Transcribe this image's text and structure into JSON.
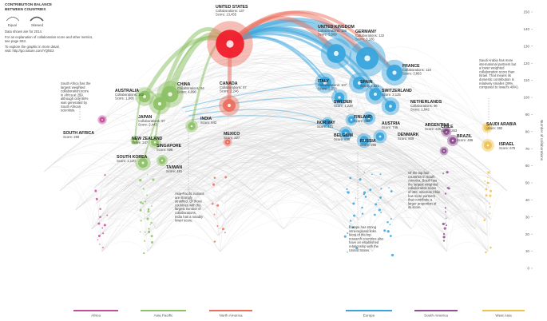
{
  "legend": {
    "title": "CONTRIBUTION BALANCE BETWEEN COUNTRIES",
    "sample_left": "Equal",
    "sample_right": "Skewed"
  },
  "intro_notes": [
    "Data shown are for 2014.",
    "For an explanation of collaboration score and other metrics,",
    "see page S63.",
    "To explore the graphic in more detail,",
    "visit: http://go.nature.com/YQhE3"
  ],
  "colors": {
    "Africa": "#c44e9a",
    "Asia Pacific": "#8ec267",
    "North America": "#ec6f5e",
    "Europe": "#3aa5dc",
    "South America": "#8f4f91",
    "West Asia": "#eec253",
    "web": "#d6d6d6"
  },
  "chart_data": {
    "type": "scatter",
    "title": "",
    "ylabel": "Number of collaborations",
    "ylim": [
      0,
      150
    ],
    "yticks": [
      0,
      10,
      20,
      30,
      40,
      50,
      60,
      70,
      80,
      90,
      100,
      110,
      120,
      130,
      140,
      150
    ],
    "regions": [
      "Africa",
      "Asia Pacific",
      "North America",
      "Europe",
      "South America",
      "West Asia"
    ],
    "countries": [
      {
        "name": "United States",
        "region": "North America",
        "collaborations": 137,
        "score": "13,455"
      },
      {
        "name": "Canada",
        "region": "North America",
        "collaborations": 97,
        "score": "2,246"
      },
      {
        "name": "Mexico",
        "region": "North America",
        "score": "227"
      },
      {
        "name": "Australia",
        "region": "Asia Pacific",
        "collaborations": 102,
        "score": "1,806"
      },
      {
        "name": "China",
        "region": "Asia Pacific",
        "collaborations": 94,
        "score": "4,096"
      },
      {
        "name": "Japan",
        "region": "Asia Pacific",
        "collaborations": 97,
        "score": "2,443"
      },
      {
        "name": "India",
        "region": "Asia Pacific",
        "score": "642"
      },
      {
        "name": "New Zealand",
        "region": "Asia Pacific",
        "score": "247"
      },
      {
        "name": "Singapore",
        "region": "Asia Pacific",
        "score": "696"
      },
      {
        "name": "South Korea",
        "region": "Asia Pacific",
        "score": "1,120"
      },
      {
        "name": "Taiwan",
        "region": "Asia Pacific",
        "score": "481"
      },
      {
        "name": "South Africa",
        "region": "Africa",
        "score": "259"
      },
      {
        "name": "United Kingdom",
        "region": "Europe",
        "collaborations": 130,
        "score": "5,589"
      },
      {
        "name": "Germany",
        "region": "Europe",
        "collaborations": 132,
        "score": "8,185"
      },
      {
        "name": "France",
        "region": "Europe",
        "collaborations": 118,
        "score": "3,863"
      },
      {
        "name": "Italy",
        "region": "Europe",
        "collaborations": 107,
        "score": "2,178"
      },
      {
        "name": "Spain",
        "region": "Europe",
        "score": "2,321"
      },
      {
        "name": "Switzerland",
        "region": "Europe",
        "score": "2,125"
      },
      {
        "name": "Sweden",
        "region": "Europe",
        "score": "1,228"
      },
      {
        "name": "Netherlands",
        "region": "Europe",
        "collaborations": 96,
        "score": "1,642"
      },
      {
        "name": "Norway",
        "region": "Europe",
        "score": "421"
      },
      {
        "name": "Finland",
        "region": "Europe",
        "score": "557"
      },
      {
        "name": "Austria",
        "region": "Europe",
        "score": "746"
      },
      {
        "name": "Belgium",
        "region": "Europe",
        "score": "835"
      },
      {
        "name": "Denmark",
        "region": "Europe",
        "score": "809"
      },
      {
        "name": "Russia",
        "region": "Europe",
        "score": "985"
      },
      {
        "name": "Chile",
        "region": "South America",
        "score": "363"
      },
      {
        "name": "Brazil",
        "region": "South America",
        "score": "486"
      },
      {
        "name": "Argentina",
        "region": "South America",
        "score": "225"
      },
      {
        "name": "Saudi Arabia",
        "region": "West Asia",
        "score": "382"
      },
      {
        "name": "Israel",
        "region": "West Asia",
        "score": "675"
      }
    ],
    "annotations": [
      "South Africa has the largest weighted collaboration score in Africa at 259, although only 88% was generated by South African scientists.",
      "Asia-Pacific nations are strongly stratified. Of those countries with the largest number of collaborations, India has a notably lower score.",
      "Europe has strong intra-regional links. Most of the top research countries also have an established relationship with the United States.",
      "Of the top four countries in South America, Brazil has the largest weighted collaboration score of 486, whereas Chile has more partners that contribute a larger proportion of its score.",
      "Saudi Arabia has more international partners but a lower weighted collaboration score than Israel. That means its domestic contribution is relatively smaller (29%, compared to Israel's 49%)."
    ]
  }
}
